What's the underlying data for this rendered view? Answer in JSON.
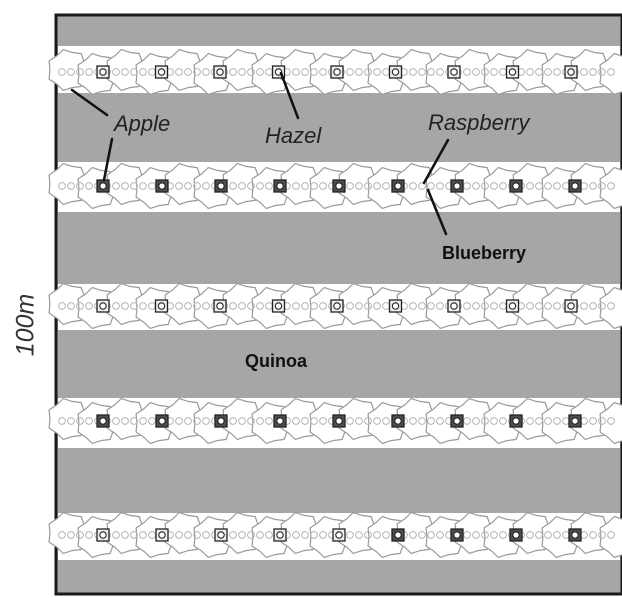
{
  "dimension_label": "100m",
  "labels": {
    "apple": "Apple",
    "hazel": "Hazel",
    "raspberry": "Raspberry",
    "blueberry": "Blueberry",
    "quinoa": "Quinoa"
  },
  "colors": {
    "field_fill": "#a6a6a6",
    "frame": "#1a1a1a",
    "hedgerow_band": "#ffffff",
    "tree_outline": "#9a9a9a",
    "dark_shrub": "#4d4d4d",
    "light_shrub": "#ededed"
  },
  "hedgerow_count": 5
}
